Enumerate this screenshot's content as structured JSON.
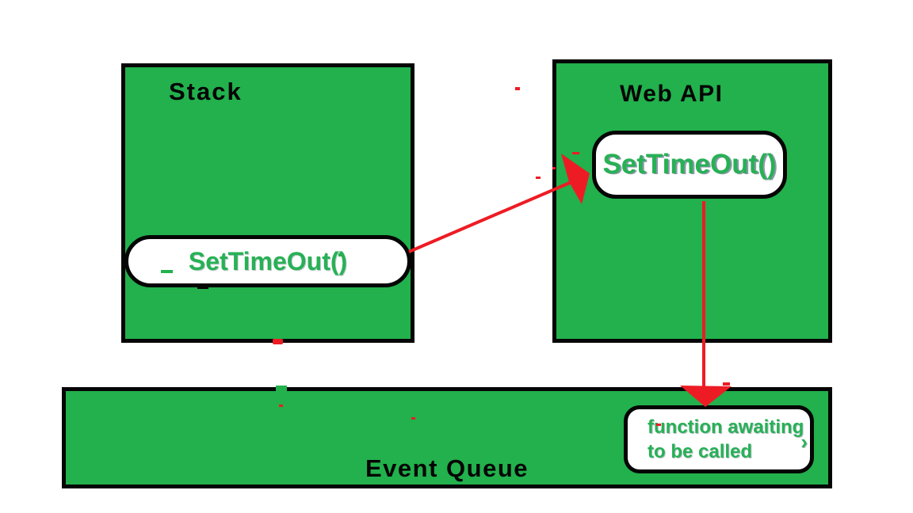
{
  "colors": {
    "green": "#22B14C",
    "text-green": "#27B155",
    "red": "#ED1C24",
    "ink": "#050505",
    "paper": "#FFFFFF"
  },
  "stack": {
    "title": "Stack",
    "pill_label": "SetTimeOut()"
  },
  "web_api": {
    "title": "Web API",
    "pill_label": "SetTimeOut()"
  },
  "event_queue": {
    "title": "Event Queue",
    "pill_line1": "function awaiting",
    "pill_line2": "to be called",
    "stray_chevron": "›"
  },
  "arrows": {
    "stack_to_webapi": "red arrow from Stack SetTimeOut() pill to Web API SetTimeOut() pill",
    "webapi_to_queue": "red arrow from Web API SetTimeOut() pill down to Event Queue"
  }
}
